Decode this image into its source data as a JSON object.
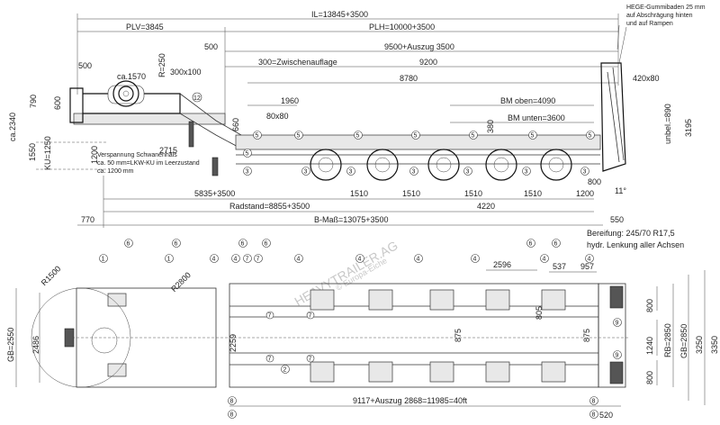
{
  "side_view": {
    "dims": {
      "il": "IL=13845+3500",
      "plv": "PLV=3845",
      "plh": "PLH=10000+3500",
      "d500a": "500",
      "d9500": "9500+Auszug 3500",
      "d500b": "500",
      "ca1570": "ca.1570",
      "r250": "R=250",
      "d300x100": "300x100",
      "zwischen": "300=Zwischenauflage",
      "d9200": "9200",
      "d8780": "8780",
      "d1960": "1960",
      "d80x80": "80x80",
      "bm_oben": "BM oben=4090",
      "bm_unten": "BM unten=3600",
      "d660": "660",
      "d380": "380",
      "d2715": "2715",
      "d790": "790",
      "d600": "600",
      "ca2340": "ca.2340",
      "d1550": "1550",
      "ku1250": "KU=1250",
      "d1200": "1200",
      "d420x80": "420x80",
      "unbel890": "unbel.=890",
      "d3195": "3195",
      "d800": "800",
      "d11": "11°",
      "d5835": "5835+3500",
      "d1510a": "1510",
      "d1510b": "1510",
      "d1510c": "1510",
      "d1510d": "1510",
      "d1200b": "1200",
      "radstand": "Radstand=8855+3500",
      "d4220": "4220",
      "bmass": "B-Maß=13075+3500",
      "d770": "770",
      "d550": "550"
    },
    "notes": {
      "hege": [
        "HEGE-Gummibaden 25 mm",
        "auf Abschrägung hinten",
        "und auf Rampen"
      ],
      "verspannung": [
        "Verspannung Schwanenhals",
        "ca. 50 mm=LKW-KU im Leerzustand",
        "ca. 1200 mm"
      ]
    }
  },
  "plan_view": {
    "dims": {
      "r1500": "R1500",
      "r2800": "R2800",
      "gb2550": "GB=2550",
      "d2486": "2486",
      "d2259": "2259",
      "d2596": "2596",
      "d537": "537",
      "d957": "957",
      "d875a": "875",
      "d875b": "875",
      "d805": "805",
      "d800a": "800",
      "d800b": "800",
      "d1240": "1240",
      "rb2850": "RB=2850",
      "gb2850": "GB=2850",
      "d3250": "3250",
      "d3350": "3350",
      "d9117": "9117+Auszug 2868=11985=40ft",
      "d520": "520"
    },
    "notes": {
      "bereifung": "Bereifung: 245/70 R17,5",
      "lenkung": "hydr. Lenkung aller Achsen"
    }
  },
  "watermark": {
    "main": "HEAVYTRAILER.AG",
    "sub": "© Europa-Eiche"
  },
  "colors": {
    "line": "#333333",
    "background": "#ffffff",
    "watermark": "#c8c8c8"
  },
  "bubbles": {
    "b12": "12",
    "b5": "5",
    "b3": "3",
    "b1": "1",
    "b4": "4",
    "b6": "6",
    "b7": "7",
    "b8": "8",
    "b2": "2",
    "b9": "9"
  }
}
